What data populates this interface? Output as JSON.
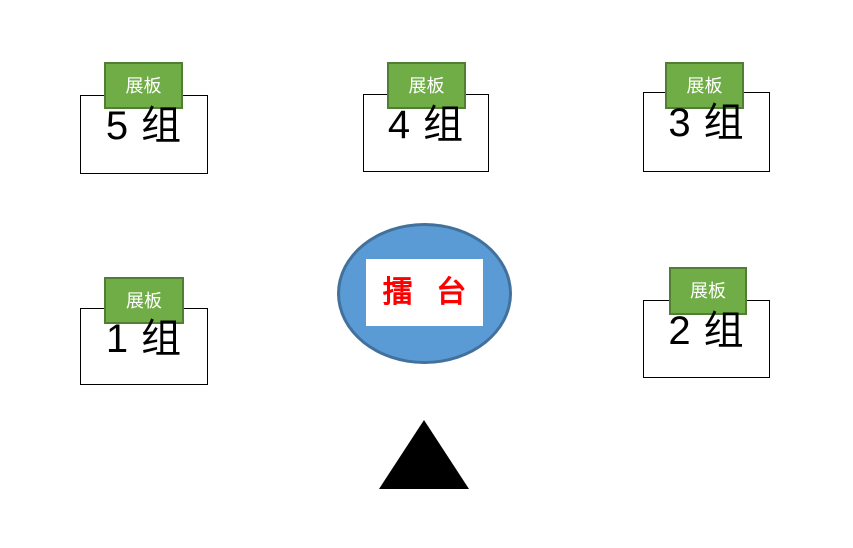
{
  "diagram": {
    "groups": [
      {
        "tag_label": "展板",
        "name": "5 组"
      },
      {
        "tag_label": "展板",
        "name": "4 组"
      },
      {
        "tag_label": "展板",
        "name": "3 组"
      },
      {
        "tag_label": "展板",
        "name": "1 组"
      },
      {
        "tag_label": "展板",
        "name": "2 组"
      }
    ],
    "arena": {
      "label": "擂 台"
    },
    "colors": {
      "board_tag_fill": "#70AD47",
      "board_tag_border": "#507E32",
      "group_box_border": "#000000",
      "group_text": "#000000",
      "arena_fill": "#5B9BD5",
      "arena_border": "#41719C",
      "arena_text": "#FF0000",
      "triangle_fill": "#000000",
      "background": "#FFFFFF"
    }
  }
}
